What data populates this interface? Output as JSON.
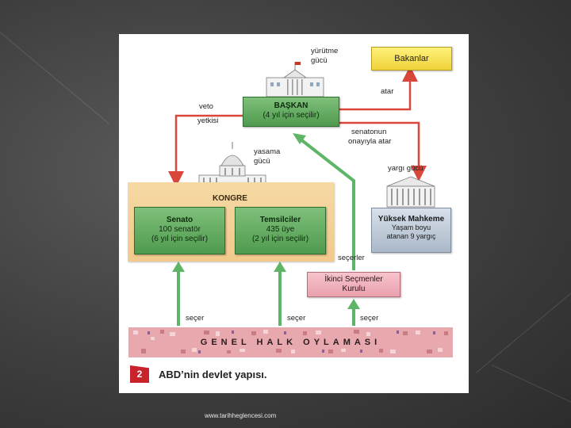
{
  "footer": "www.tarihheglencesi.com",
  "diagram": {
    "yurutme_line1": "yürütme",
    "yurutme_line2": "gücü",
    "bakanlar": "Bakanlar",
    "atar": "atar",
    "veto_line1": "veto",
    "veto_line2": "yetkisi",
    "baskan_title": "BAŞKAN",
    "baskan_sub": "(4 yıl için seçilir)",
    "senatonun_line1": "senatonun",
    "senatonun_line2": "onayıyla atar",
    "yasama_line1": "yasama",
    "yasama_line2": "gücü",
    "yargi": "yargı gücü",
    "kongre": "KONGRE",
    "senato_title": "Senato",
    "senato_line2": "100 senatör",
    "senato_line3": "(6 yıl için seçilir)",
    "temsilciler_title": "Temsilciler",
    "temsilciler_line2": "435 üye",
    "temsilciler_line3": "(2 yıl için seçilir)",
    "yuksek_title": "Yüksek Mahkeme",
    "yuksek_line2": "Yaşam boyu",
    "yuksek_line3": "atanan 9 yargıç",
    "secerler": "seçerler",
    "ikinci_line1": "İkinci Seçmenler",
    "ikinci_line2": "Kurulu",
    "secer1": "seçer",
    "secer2": "seçer",
    "secer3": "seçer",
    "genel": "GENEL HALK OYLAMASI",
    "fig_num": "2",
    "caption": "ABD’nin devlet yapısı."
  },
  "colors": {
    "red_arrow": "#d9473a",
    "green_arrow": "#5fb567"
  }
}
